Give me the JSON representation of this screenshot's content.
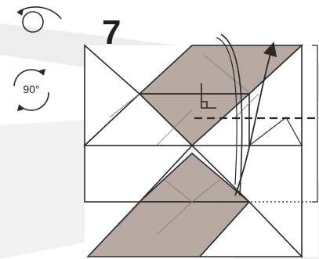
{
  "step": {
    "number": "7"
  },
  "rotate_symbol": {
    "label": "90°"
  },
  "symbols": {
    "turn_over": "turn-over-icon",
    "rotate": "rotate-90-icon",
    "right_angle": "right-angle-mark",
    "fold_arrow": "fold-up-arrow",
    "fold_line": "dashed-valley-fold-line"
  },
  "colors": {
    "paper_color_side": "#b8aaa2",
    "paper_white_side": "#ffffff",
    "line": "#2a2a2a",
    "backdrop": "#e9e9e9"
  }
}
